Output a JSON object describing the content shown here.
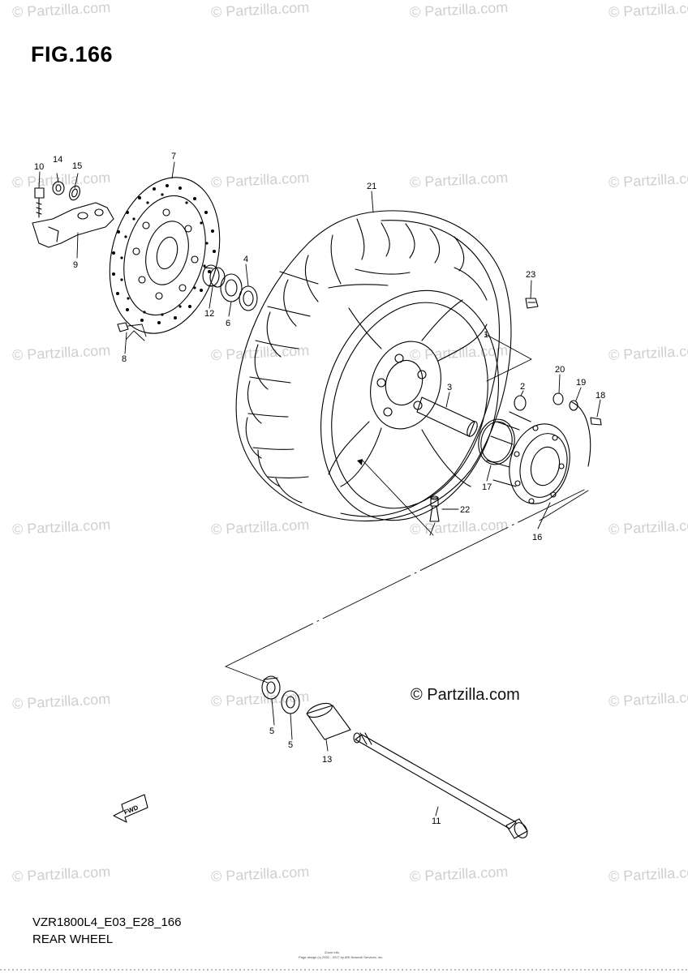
{
  "figure": {
    "title": "FIG.166",
    "model_code": "VZR1800L4_E03_E28_166",
    "section_name": "REAR WHEEL",
    "brand_mark": "© Partzilla.com",
    "watermark_text": "© Partzilla.com",
    "footer_line1": "Zoom Info",
    "footer_line2": "Page design (c) 2001 - 2017 by ARI Network Services, Inc.",
    "fwd_label": "FWD"
  },
  "parts": [
    {
      "number": "1"
    },
    {
      "number": "2"
    },
    {
      "number": "3"
    },
    {
      "number": "4"
    },
    {
      "number": "5"
    },
    {
      "number": "5"
    },
    {
      "number": "6"
    },
    {
      "number": "7"
    },
    {
      "number": "8"
    },
    {
      "number": "9"
    },
    {
      "number": "10"
    },
    {
      "number": "11"
    },
    {
      "number": "12"
    },
    {
      "number": "13"
    },
    {
      "number": "14"
    },
    {
      "number": "15"
    },
    {
      "number": "16"
    },
    {
      "number": "17"
    },
    {
      "number": "18"
    },
    {
      "number": "19"
    },
    {
      "number": "20"
    },
    {
      "number": "21"
    },
    {
      "number": "22"
    },
    {
      "number": "23"
    }
  ]
}
